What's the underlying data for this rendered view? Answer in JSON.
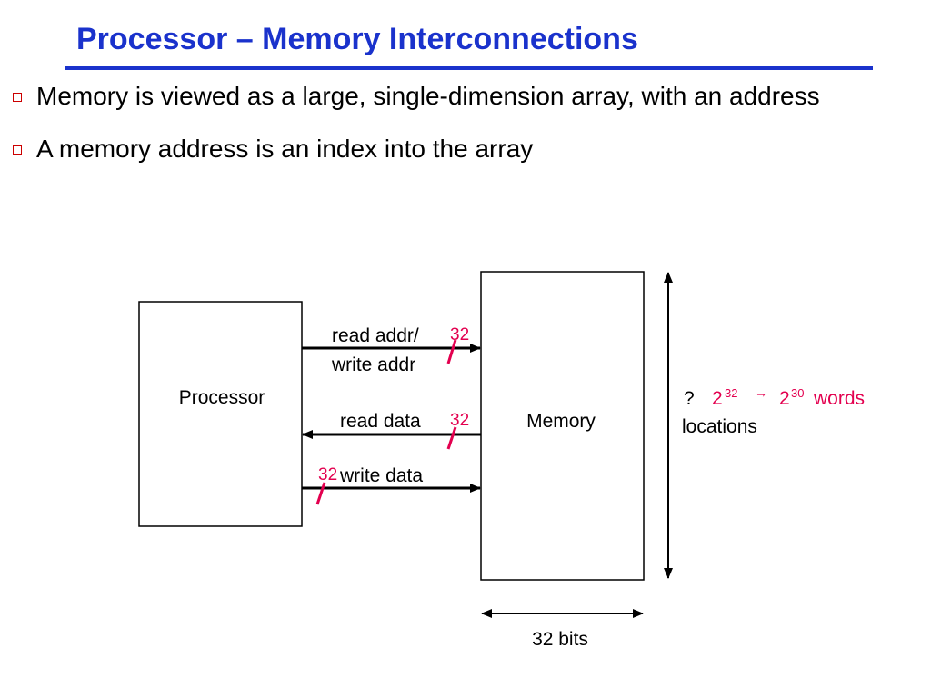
{
  "slide": {
    "title": "Processor – Memory Interconnections",
    "bullets": [
      "Memory is viewed as a large, single-dimension array, with an address",
      "A memory address is an index into the array"
    ]
  },
  "diagram": {
    "processor_label": "Processor",
    "memory_label": "Memory",
    "read_addr_label": "read addr/",
    "write_addr_label": "write addr",
    "read_data_label": "read data",
    "write_data_label": "write data",
    "bus_width_addr": "32",
    "bus_width_read": "32",
    "bus_width_write": "32",
    "width_label": "32 bits",
    "locations": {
      "question": "?",
      "base1": "2",
      "exp1": "32",
      "arrow": "→",
      "base2": "2",
      "exp2": "30",
      "words": "words",
      "line2": "locations"
    }
  },
  "colors": {
    "title": "#1a32cc",
    "accent_red": "#e3004f",
    "bullet_box": "#cc0000"
  }
}
